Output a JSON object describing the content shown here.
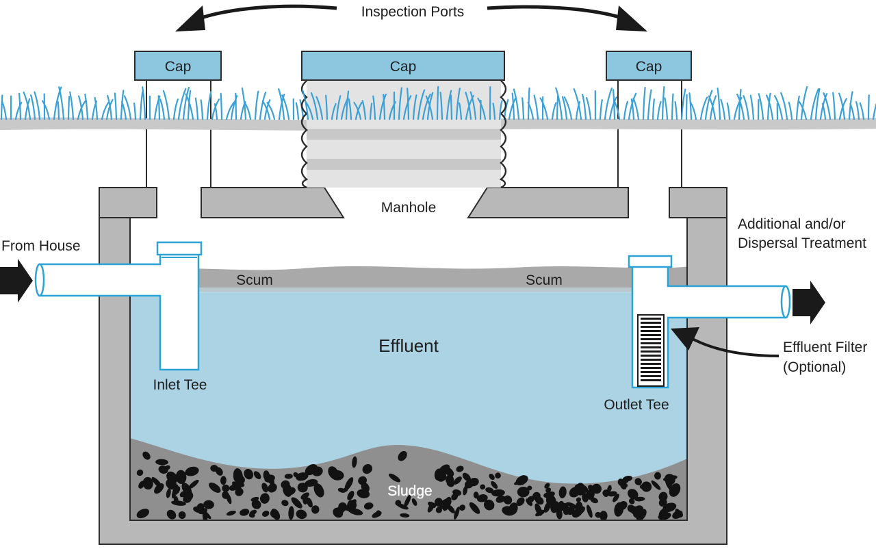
{
  "title": "Inspection Ports",
  "caps": {
    "left": "Cap",
    "center": "Cap",
    "right": "Cap"
  },
  "labels": {
    "manhole": "Manhole",
    "from_house": "From House",
    "additional_line1": "Additional and/or",
    "additional_line2": "Dispersal Treatment",
    "scum_left": "Scum",
    "scum_right": "Scum",
    "effluent": "Effluent",
    "inlet_tee": "Inlet Tee",
    "outlet_tee": "Outlet Tee",
    "filter_line1": "Effluent Filter",
    "filter_line2": "(Optional)",
    "sludge": "Sludge"
  },
  "colors": {
    "water": "#abd3e4",
    "cap_fill": "#8cc7df",
    "concrete": "#b8b8b8",
    "scum": "#a3a3a3",
    "sludge": "#8f8f8f",
    "grass": "#3aa0d8",
    "ground": "#c9c9c9",
    "outline": "#2b2b2b",
    "pipe_outline": "#2aa3d6"
  },
  "icons": [
    "arrow-right-icon",
    "curved-arrow-icon"
  ]
}
